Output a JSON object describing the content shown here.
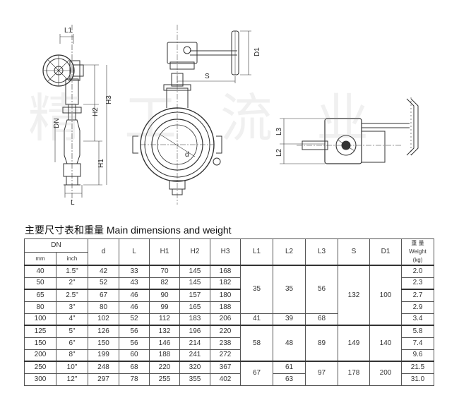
{
  "table_title": "主要尺寸表和重量  Main dimensions and weight",
  "watermark": "精工流业",
  "drawing_labels": {
    "L1": "L1",
    "H2": "H2",
    "H3": "H3",
    "H1": "H1",
    "L": "L",
    "DN": "DN",
    "S": "S",
    "D1": "D1",
    "d": "d",
    "L3": "L3",
    "L2": "L2"
  },
  "columns": {
    "dn": "DN",
    "mm": "mm",
    "inch": "inch",
    "d": "d",
    "L": "L",
    "H1": "H1",
    "H2": "H2",
    "H3": "H3",
    "L1": "L1",
    "L2": "L2",
    "L3": "L3",
    "S": "S",
    "D1": "D1",
    "weight_cn": "重 量",
    "weight_en": "Weight",
    "weight_unit": "(kg)"
  },
  "rows": [
    {
      "mm": "40",
      "inch": "1.5\"",
      "d": "42",
      "L": "33",
      "H1": "70",
      "H2": "145",
      "H3": "168",
      "weight": "2.0"
    },
    {
      "mm": "50",
      "inch": "2\"",
      "d": "52",
      "L": "43",
      "H1": "82",
      "H2": "145",
      "H3": "182",
      "weight": "2.3"
    },
    {
      "mm": "65",
      "inch": "2.5\"",
      "d": "67",
      "L": "46",
      "H1": "90",
      "H2": "157",
      "H3": "180",
      "weight": "2.7"
    },
    {
      "mm": "80",
      "inch": "3\"",
      "d": "80",
      "L": "46",
      "H1": "99",
      "H2": "165",
      "H3": "188",
      "weight": "2.9"
    },
    {
      "mm": "100",
      "inch": "4\"",
      "d": "102",
      "L": "52",
      "H1": "112",
      "H2": "183",
      "H3": "206",
      "weight": "3.4"
    },
    {
      "mm": "125",
      "inch": "5\"",
      "d": "126",
      "L": "56",
      "H1": "132",
      "H2": "196",
      "H3": "220",
      "weight": "5.8"
    },
    {
      "mm": "150",
      "inch": "6\"",
      "d": "150",
      "L": "56",
      "H1": "146",
      "H2": "214",
      "H3": "238",
      "weight": "7.4"
    },
    {
      "mm": "200",
      "inch": "8\"",
      "d": "199",
      "L": "60",
      "H1": "188",
      "H2": "241",
      "H3": "272",
      "weight": "9.6"
    },
    {
      "mm": "250",
      "inch": "10\"",
      "d": "248",
      "L": "68",
      "H1": "220",
      "H2": "320",
      "H3": "367",
      "weight": "21.5"
    },
    {
      "mm": "300",
      "inch": "12\"",
      "d": "297",
      "L": "78",
      "H1": "255",
      "H2": "355",
      "H3": "402",
      "weight": "31.0"
    }
  ],
  "merged": {
    "L1": [
      "35",
      "41",
      "58",
      "67"
    ],
    "L2": [
      "35",
      "39",
      "48",
      "61",
      "63"
    ],
    "L3": [
      "56",
      "68",
      "89",
      "97"
    ],
    "S": [
      "132",
      "149",
      "178"
    ],
    "D1": [
      "100",
      "140",
      "200"
    ]
  }
}
